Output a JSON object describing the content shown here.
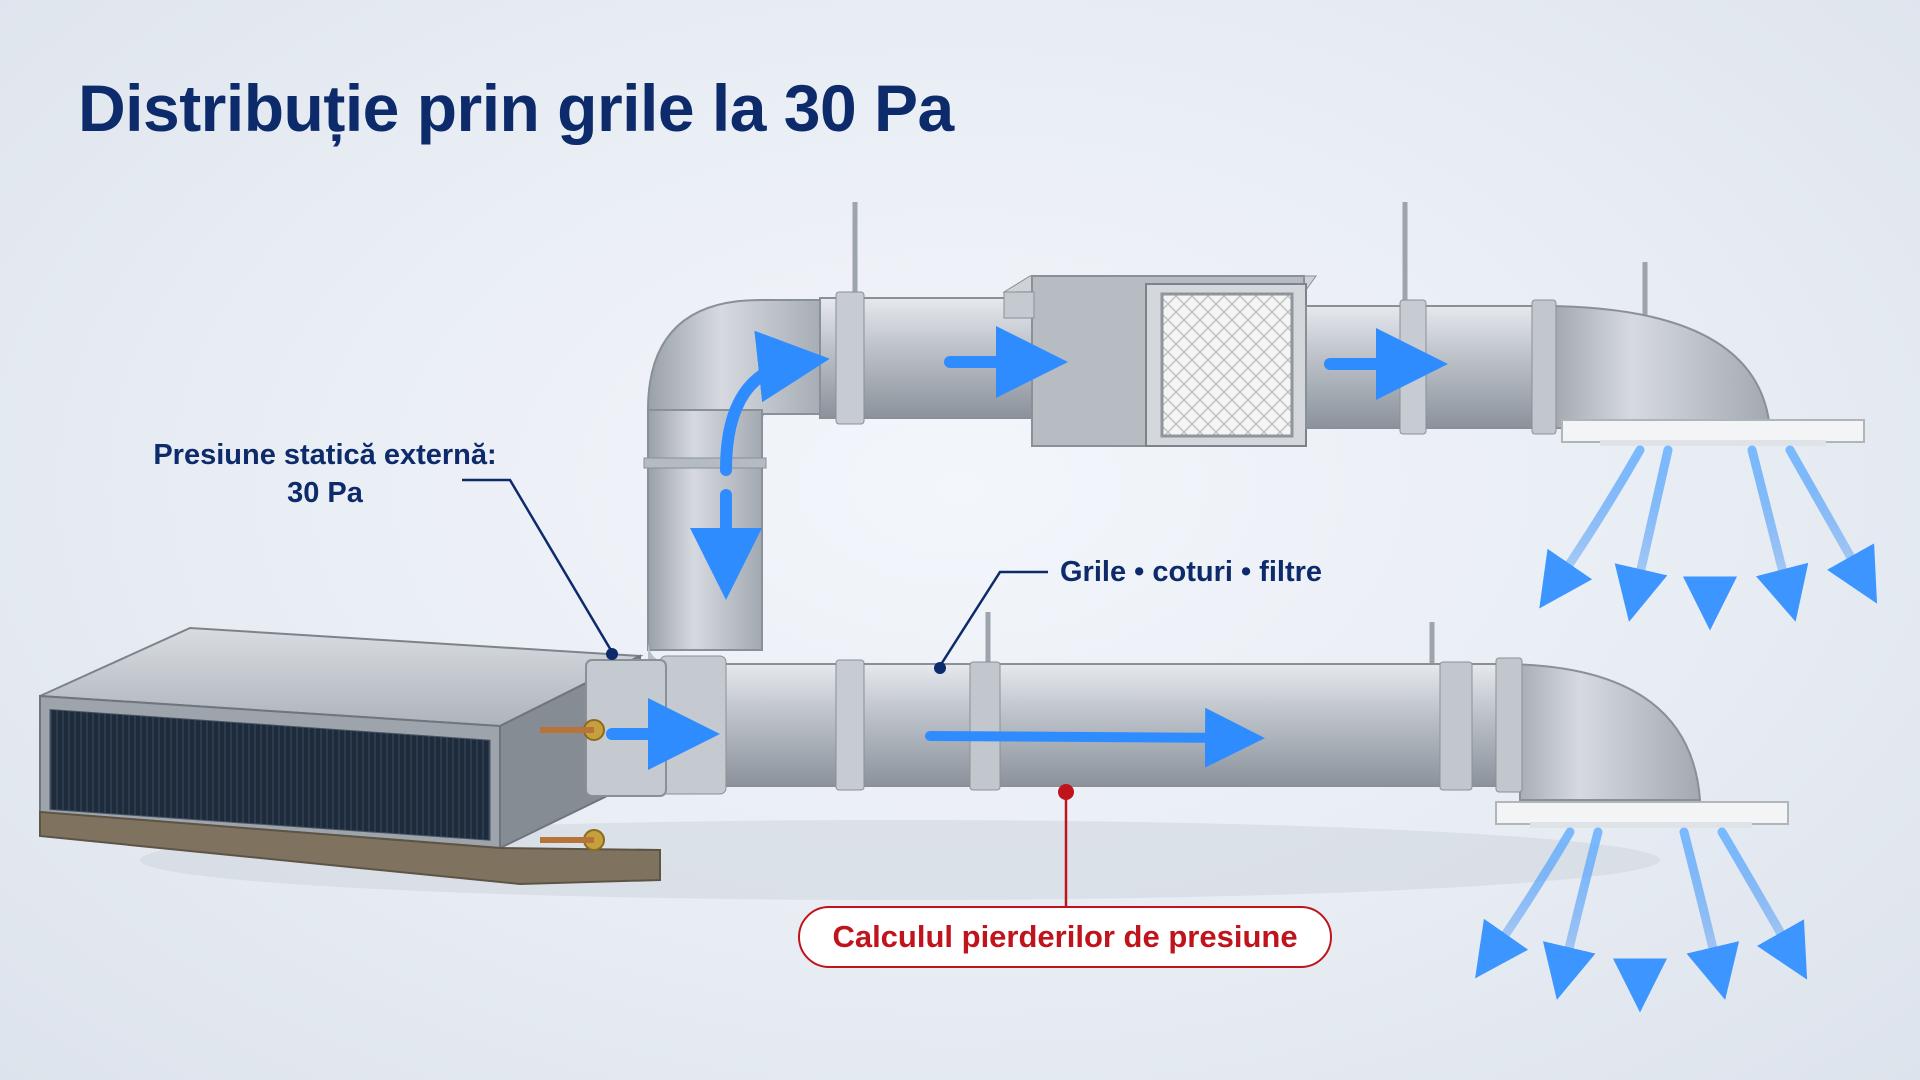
{
  "title": "Distribuție prin grile la 30 Pa",
  "labels": {
    "static_pressure": "Presiune statică externă: 30 Pa",
    "components": "Grile • coturi • filtre",
    "pressure_loss_calc": "Calculul pierderilor de presiune"
  },
  "colors": {
    "title": "#0d2a6b",
    "accent_red": "#c0141c",
    "airflow_blue": "#2f8cff",
    "duct_silver": "#b9bfc7"
  },
  "icons": [
    "fan-coil-unit-icon",
    "filter-box-icon",
    "ceiling-diffuser-icon",
    "airflow-arrow-icon"
  ]
}
